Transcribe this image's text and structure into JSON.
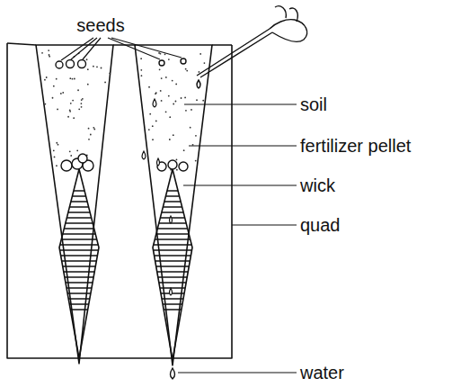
{
  "diagram": {
    "labels": [
      "seeds",
      "soil",
      "fertilizer pellet",
      "wick",
      "quad",
      "water"
    ]
  }
}
